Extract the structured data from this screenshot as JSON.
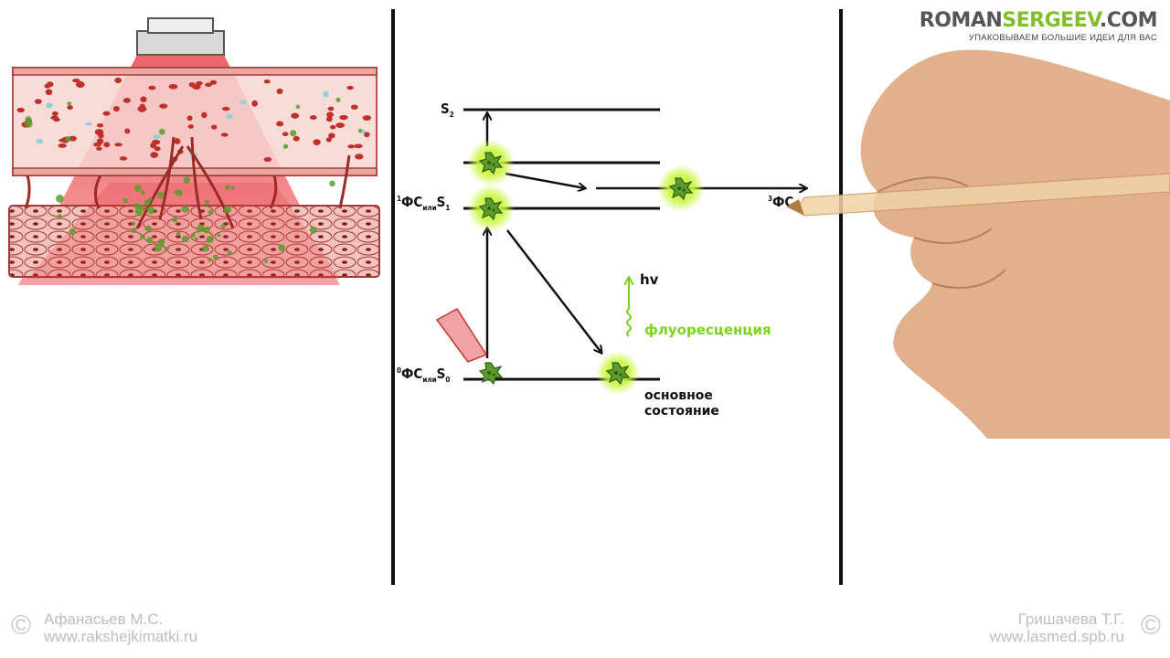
{
  "brand": {
    "name_part1": "ROMAN",
    "name_part2": "SERGEEV",
    "name_part3": ".COM",
    "tagline": "УПАКОВЫВАЕМ БОЛЬШИЕ ИДЕИ ДЛЯ ВАС",
    "accent_color": "#7fbf2a"
  },
  "diagram": {
    "levels": {
      "s2": "S",
      "s2_sub": "2",
      "s1_sup": "1",
      "s1_main": "ФС",
      "s1_sub": "или",
      "s1_end": "S",
      "s1_end_sub": "1",
      "s0_sup": "0",
      "s0_main": "ФС",
      "s0_sub": "или",
      "s0_end": "S",
      "s0_end_sub": "0",
      "t1_sup": "3",
      "t1_main": "ФС"
    },
    "photon_label": "hv",
    "fluorescence_label": "флуоресценция",
    "ground_state_line1": "основное",
    "ground_state_line2": "состояние",
    "glow_color": "#c8f53a",
    "laser_color": "#e8333a"
  },
  "credits": {
    "left_symbol": "©",
    "left_name": "Афанасьев М.С.",
    "left_url": "www.rakshejkimatki.ru",
    "right_name": "Гришачева Т.Г.",
    "right_url": "www.lasmed.spb.ru",
    "right_symbol": "©"
  }
}
